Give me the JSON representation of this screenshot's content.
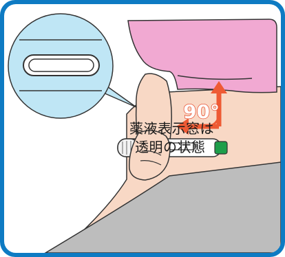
{
  "illustration": {
    "caption_line1": "薬液表示窓は",
    "caption_line2": "透明の状態",
    "angle_label": "90°"
  },
  "colors": {
    "frame": "#0e7bc3",
    "shirt": "#f1a9d2",
    "skin": "#f8d8c5",
    "pants": "#bdbdbd",
    "zoom_circle": "#bfe6f5",
    "arrow": "#ee5a34",
    "pen_cap": "#1e9e4a"
  }
}
